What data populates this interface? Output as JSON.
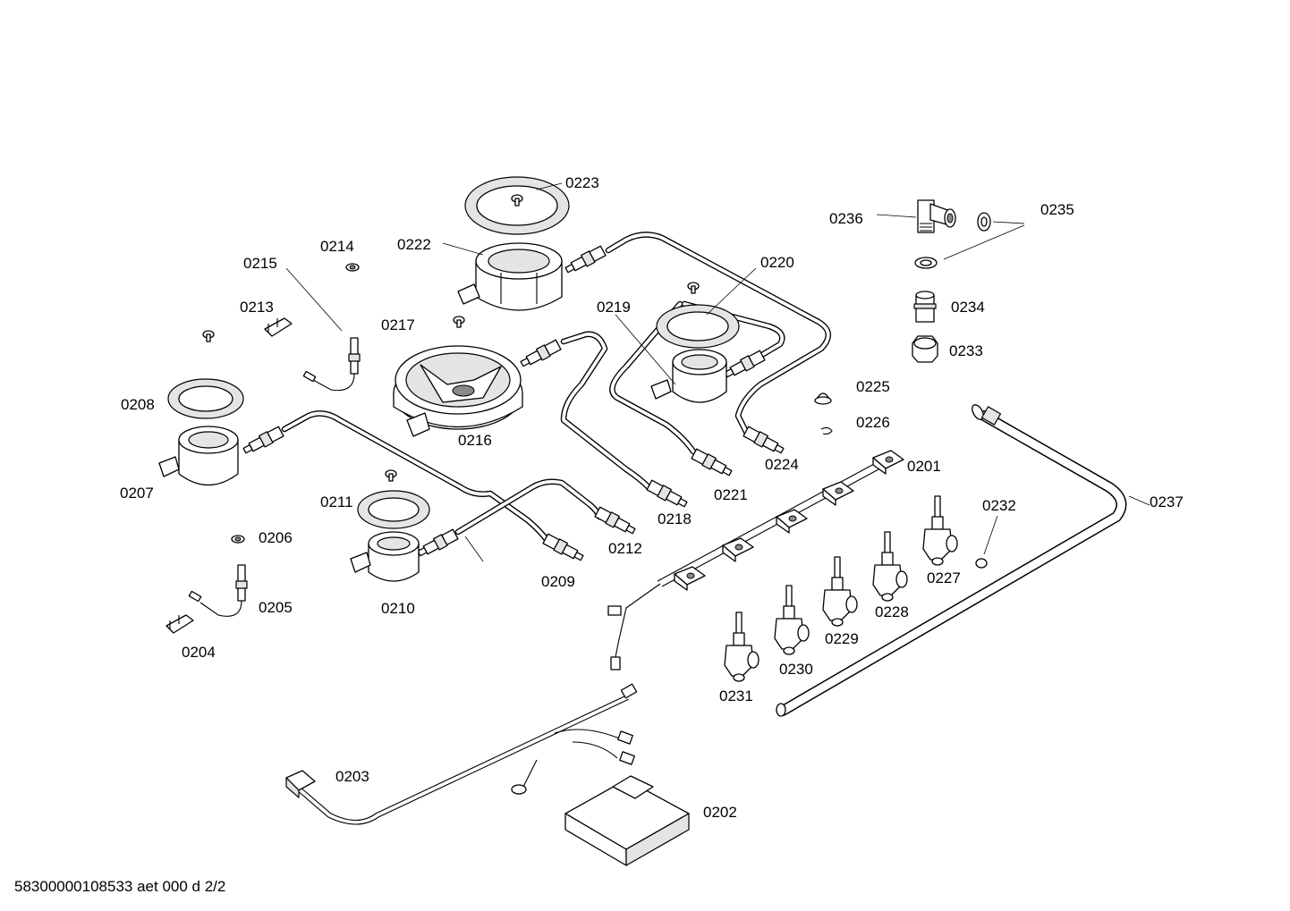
{
  "diagram": {
    "footer": "58300000108533 aet 000 d 2/2",
    "labels": {
      "p0201": "0201",
      "p0202": "0202",
      "p0203": "0203",
      "p0204": "0204",
      "p0205": "0205",
      "p0206": "0206",
      "p0207": "0207",
      "p0208": "0208",
      "p0209": "0209",
      "p0210": "0210",
      "p0211": "0211",
      "p0212": "0212",
      "p0213": "0213",
      "p0214": "0214",
      "p0215": "0215",
      "p0216": "0216",
      "p0217": "0217",
      "p0218": "0218",
      "p0219": "0219",
      "p0220": "0220",
      "p0221": "0221",
      "p0222": "0222",
      "p0223": "0223",
      "p0224": "0224",
      "p0225": "0225",
      "p0226": "0226",
      "p0227": "0227",
      "p0228": "0228",
      "p0229": "0229",
      "p0230": "0230",
      "p0231": "0231",
      "p0232": "0232",
      "p0233": "0233",
      "p0234": "0234",
      "p0235": "0235",
      "p0236": "0236",
      "p0237": "0237"
    }
  }
}
